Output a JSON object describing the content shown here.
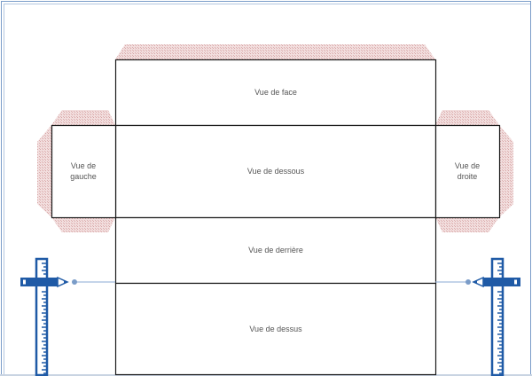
{
  "diagram": {
    "type": "box-net",
    "panels": {
      "front": "Vue de face",
      "bottom": "Vue de dessous",
      "back": "Vue de derrière",
      "top": "Vue de dessus",
      "left_line1": "Vue de",
      "left_line2": "gauche",
      "right_line1": "Vue de",
      "right_line2": "droite"
    },
    "icons": {
      "left_tool": "ruler-pencil-icon",
      "right_tool": "ruler-pencil-icon"
    },
    "colors": {
      "frame": "#7a9cc8",
      "panel_stroke": "#1a1a1a",
      "flap_fill": "#f0d4d4",
      "flap_dot": "#d9a9a9",
      "tool_blue": "#1f5aa6",
      "guide_line": "#8aa8d4",
      "label_text": "#555555"
    }
  }
}
